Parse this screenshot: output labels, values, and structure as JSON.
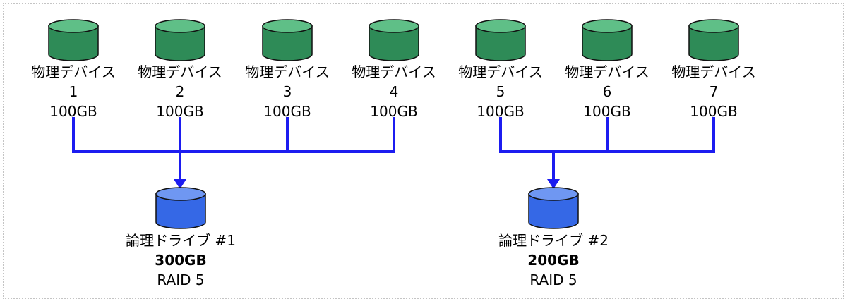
{
  "colors": {
    "physical_fill": "#2e8b57",
    "physical_top": "#5fbf87",
    "logical_fill": "#3568e6",
    "logical_top": "#6f97f2",
    "connector": "#1c1cf0"
  },
  "physical_devices": [
    {
      "name": "物理デバイス",
      "number": "1",
      "size": "100GB",
      "group": 0
    },
    {
      "name": "物理デバイス",
      "number": "2",
      "size": "100GB",
      "group": 0
    },
    {
      "name": "物理デバイス",
      "number": "3",
      "size": "100GB",
      "group": 0
    },
    {
      "name": "物理デバイス",
      "number": "4",
      "size": "100GB",
      "group": 0
    },
    {
      "name": "物理デバイス",
      "number": "5",
      "size": "100GB",
      "group": 1
    },
    {
      "name": "物理デバイス",
      "number": "6",
      "size": "100GB",
      "group": 1
    },
    {
      "name": "物理デバイス",
      "number": "7",
      "size": "100GB",
      "group": 1
    }
  ],
  "logical_drives": [
    {
      "name": "論理ドライブ #1",
      "capacity": "300GB",
      "raid": "RAID 5"
    },
    {
      "name": "論理ドライブ #2",
      "capacity": "200GB",
      "raid": "RAID 5"
    }
  ]
}
